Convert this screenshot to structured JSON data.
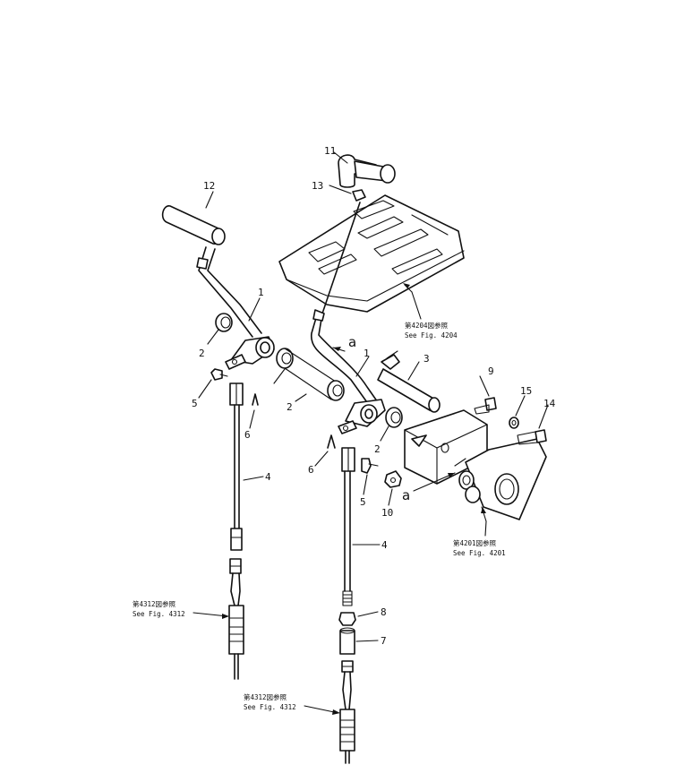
{
  "callouts": {
    "c1a": "1",
    "c1b": "1",
    "c2a": "2",
    "c2b": "2",
    "c2c": "2",
    "c3": "3",
    "c4a": "4",
    "c4b": "4",
    "c5a": "5",
    "c5b": "5",
    "c6a": "6",
    "c6b": "6",
    "c7": "7",
    "c8": "8",
    "c9": "9",
    "c10": "10",
    "c11": "11",
    "c12": "12",
    "c13": "13",
    "c14": "14",
    "c15": "15",
    "a_top": "a",
    "a_bottom": "a"
  },
  "references": {
    "fig4204_jp": "第4204図参照",
    "fig4204_en": "See Fig. 4204",
    "fig4201_jp": "第4201図参照",
    "fig4201_en": "See Fig. 4201",
    "fig4312_left_jp": "第4312図参照",
    "fig4312_left_en": "See Fig. 4312",
    "fig4312_bottom_jp": "第4312図参照",
    "fig4312_bottom_en": "See Fig. 4312"
  }
}
